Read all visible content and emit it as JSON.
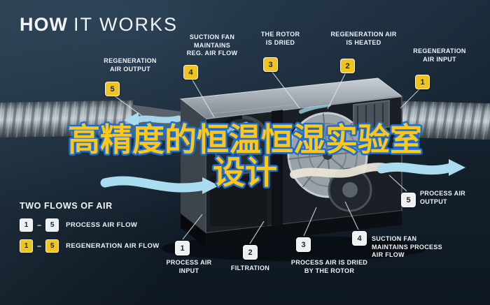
{
  "title": {
    "bold": "HOW",
    "light": "IT WORKS"
  },
  "overlay": {
    "line1": "高精度的恒温恒湿实验室",
    "line2": "设计"
  },
  "colors": {
    "background": "#16232f",
    "accent_yellow": "#f0c41f",
    "flow_blue": "#a9dcee",
    "overlay_text": "#ffc61a",
    "overlay_stroke": "#1a6fd4",
    "label_text": "#eef3f7"
  },
  "callouts_top": [
    {
      "num": "5",
      "label": "REGENERATION\nAIR OUTPUT"
    },
    {
      "num": "4",
      "label": "SUCTION FAN\nMAINTAINS\nREG. AIR FLOW"
    },
    {
      "num": "3",
      "label": "THE ROTOR\nIS DRIED"
    },
    {
      "num": "2",
      "label": "REGENERATION AIR\nIS HEATED"
    },
    {
      "num": "1",
      "label": "REGENERATION\nAIR INPUT"
    }
  ],
  "callouts_bottom": [
    {
      "num": "1",
      "label": "PROCESS AIR\nINPUT"
    },
    {
      "num": "2",
      "label": "FILTRATION"
    },
    {
      "num": "3",
      "label": "PROCESS AIR IS DRIED\nBY THE ROTOR"
    },
    {
      "num": "4",
      "label": "SUCTION FAN\nMAINTAINS PROCESS\nAIR FLOW"
    },
    {
      "num": "5",
      "label": "PROCESS AIR\nOUTPUT"
    }
  ],
  "legend": {
    "heading": "TWO FLOWS OF AIR",
    "separator": "–",
    "rows": [
      {
        "from": "1",
        "to": "5",
        "label": "PROCESS AIR FLOW"
      },
      {
        "from": "1",
        "to": "5",
        "label": "REGENERATION AIR FLOW"
      }
    ]
  }
}
